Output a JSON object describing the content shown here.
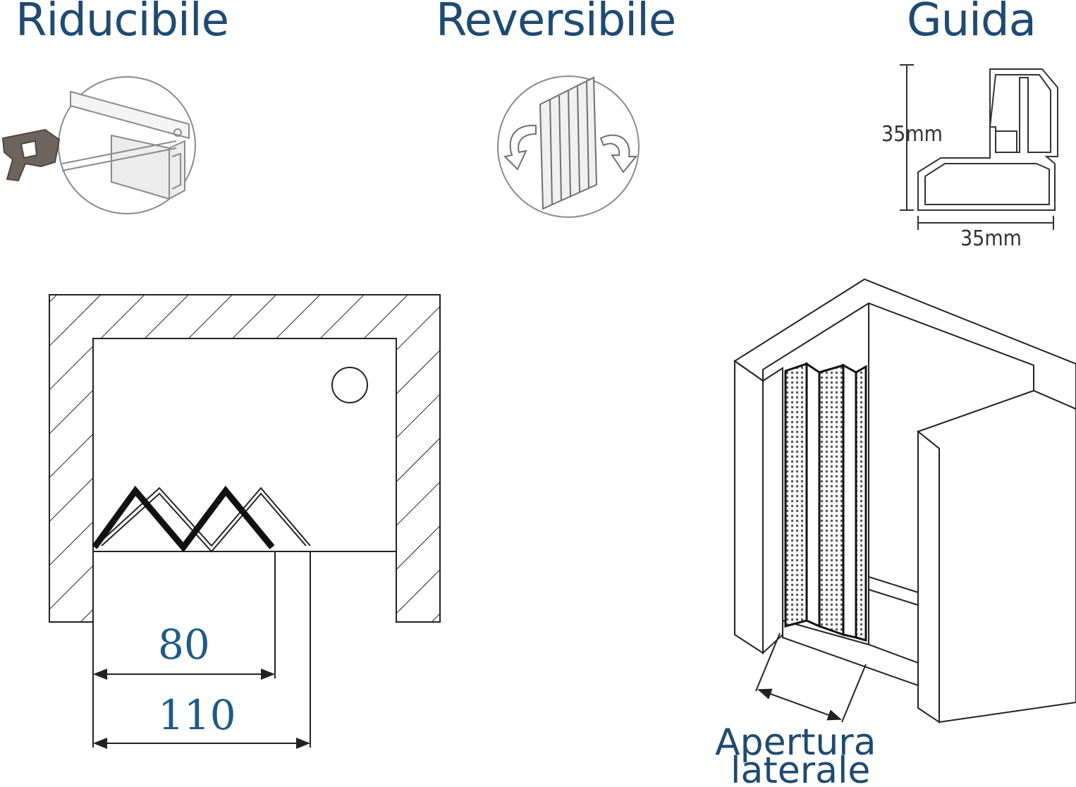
{
  "header": {
    "titles": [
      "Riducibile",
      "Reversibile",
      "Guida"
    ]
  },
  "guida": {
    "dim_height": "35mm",
    "dim_width": "35mm"
  },
  "plan": {
    "opening_small": "80",
    "opening_large": "110"
  },
  "iso": {
    "label_line1": "Apertura",
    "label_line2": "laterale"
  },
  "colors": {
    "title": "#1f4a72",
    "numbers": "#1f5a86",
    "line": "#222222"
  }
}
